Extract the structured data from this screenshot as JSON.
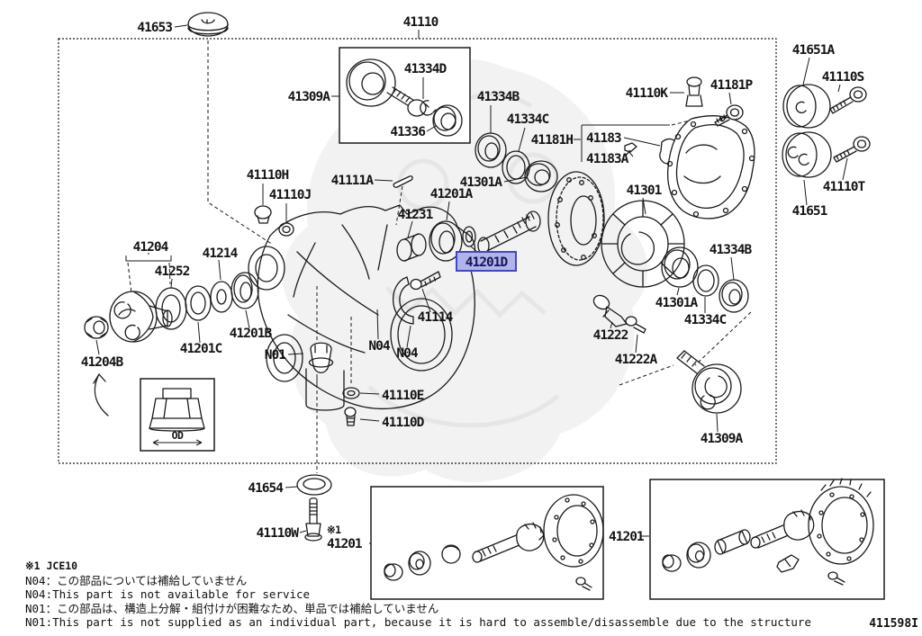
{
  "document": {
    "type": "parts-exploded-diagram",
    "drawing_code": "411598I",
    "selected_part": "41201D"
  },
  "colors": {
    "line": "#1a1a1a",
    "highlight_bg": "#b0b4e8",
    "highlight_border": "#4347c6",
    "highlight_text": "#14155e",
    "watermark": "#f2f2f2"
  },
  "labels": {
    "p41653": "41653",
    "p41110": "41110",
    "p41309A_in": "41309A",
    "p41334D": "41334D",
    "p41336": "41336",
    "p41334B_top": "41334B",
    "p41334C_top": "41334C",
    "p41181H": "41181H",
    "p41183": "41183",
    "p41183A": "41183A",
    "p41110K": "41110K",
    "p41181P": "41181P",
    "p41651A": "41651A",
    "p41110S": "41110S",
    "p41110T": "41110T",
    "p41651": "41651",
    "p41110H": "41110H",
    "p41110J": "41110J",
    "p41111A": "41111A",
    "p41201A": "41201A",
    "p41301A_c": "41301A",
    "p41231": "41231",
    "p41301": "41301",
    "p41201D": "41201D",
    "p41114": "41114",
    "pN04_a": "N04",
    "pN04_b": "N04",
    "pN01": "N01",
    "p41204": "41204",
    "p41252": "41252",
    "p41214": "41214",
    "p41201C": "41201C",
    "p41201B": "41201B",
    "p41204B": "41204B",
    "p41301A_r": "41301A",
    "p41334C_r": "41334C",
    "p41334B_r": "41334B",
    "p41222": "41222",
    "p41222A": "41222A",
    "p41309A_r": "41309A",
    "p41110E": "41110E",
    "p41110D": "41110D",
    "p41654": "41654",
    "p41110W": "41110W",
    "ref1": "※1",
    "p41201_l": "41201",
    "p41201_r": "41201",
    "od": "OD"
  },
  "notes": {
    "ref": "※1 JCE10",
    "n04_jp": "N04：この部品については補給していません",
    "n04_en": "N04:This part is not available for service",
    "n01_jp": "N01：この部品は、構造上分解・組付けが困難なため、単品では補給していません",
    "n01_en": "N01:This part is not supplied as an individual part, because it is hard to assemble/disassemble due to the structure"
  }
}
